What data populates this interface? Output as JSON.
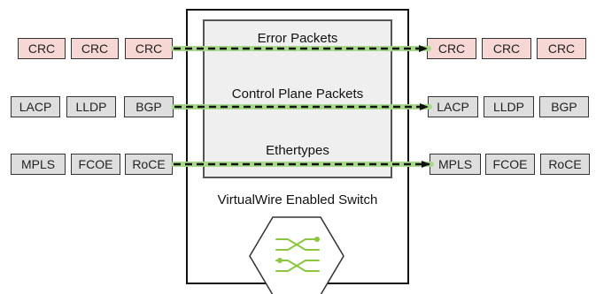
{
  "rows": [
    {
      "label": "Error Packets",
      "input_packets": [
        "CRC",
        "CRC",
        "CRC"
      ],
      "output_packets": [
        "CRC",
        "CRC",
        "CRC"
      ],
      "kind": "error"
    },
    {
      "label": "Control Plane Packets",
      "input_packets": [
        "LACP",
        "LLDP",
        "BGP"
      ],
      "output_packets": [
        "LACP",
        "LLDP",
        "BGP"
      ],
      "kind": "control"
    },
    {
      "label": "Ethertypes",
      "input_packets": [
        "MPLS",
        "FCOE",
        "RoCE"
      ],
      "output_packets": [
        "MPLS",
        "FCOE",
        "RoCE"
      ],
      "kind": "control"
    }
  ],
  "switch_label": "VirtualWire Enabled Switch",
  "icon": "switch-crossover-icon",
  "colors": {
    "error_packet_fill": "#f6d7d4",
    "control_packet_fill": "#dedede",
    "path_highlight": "#a6d98a",
    "icon_green": "#8cc63f"
  }
}
